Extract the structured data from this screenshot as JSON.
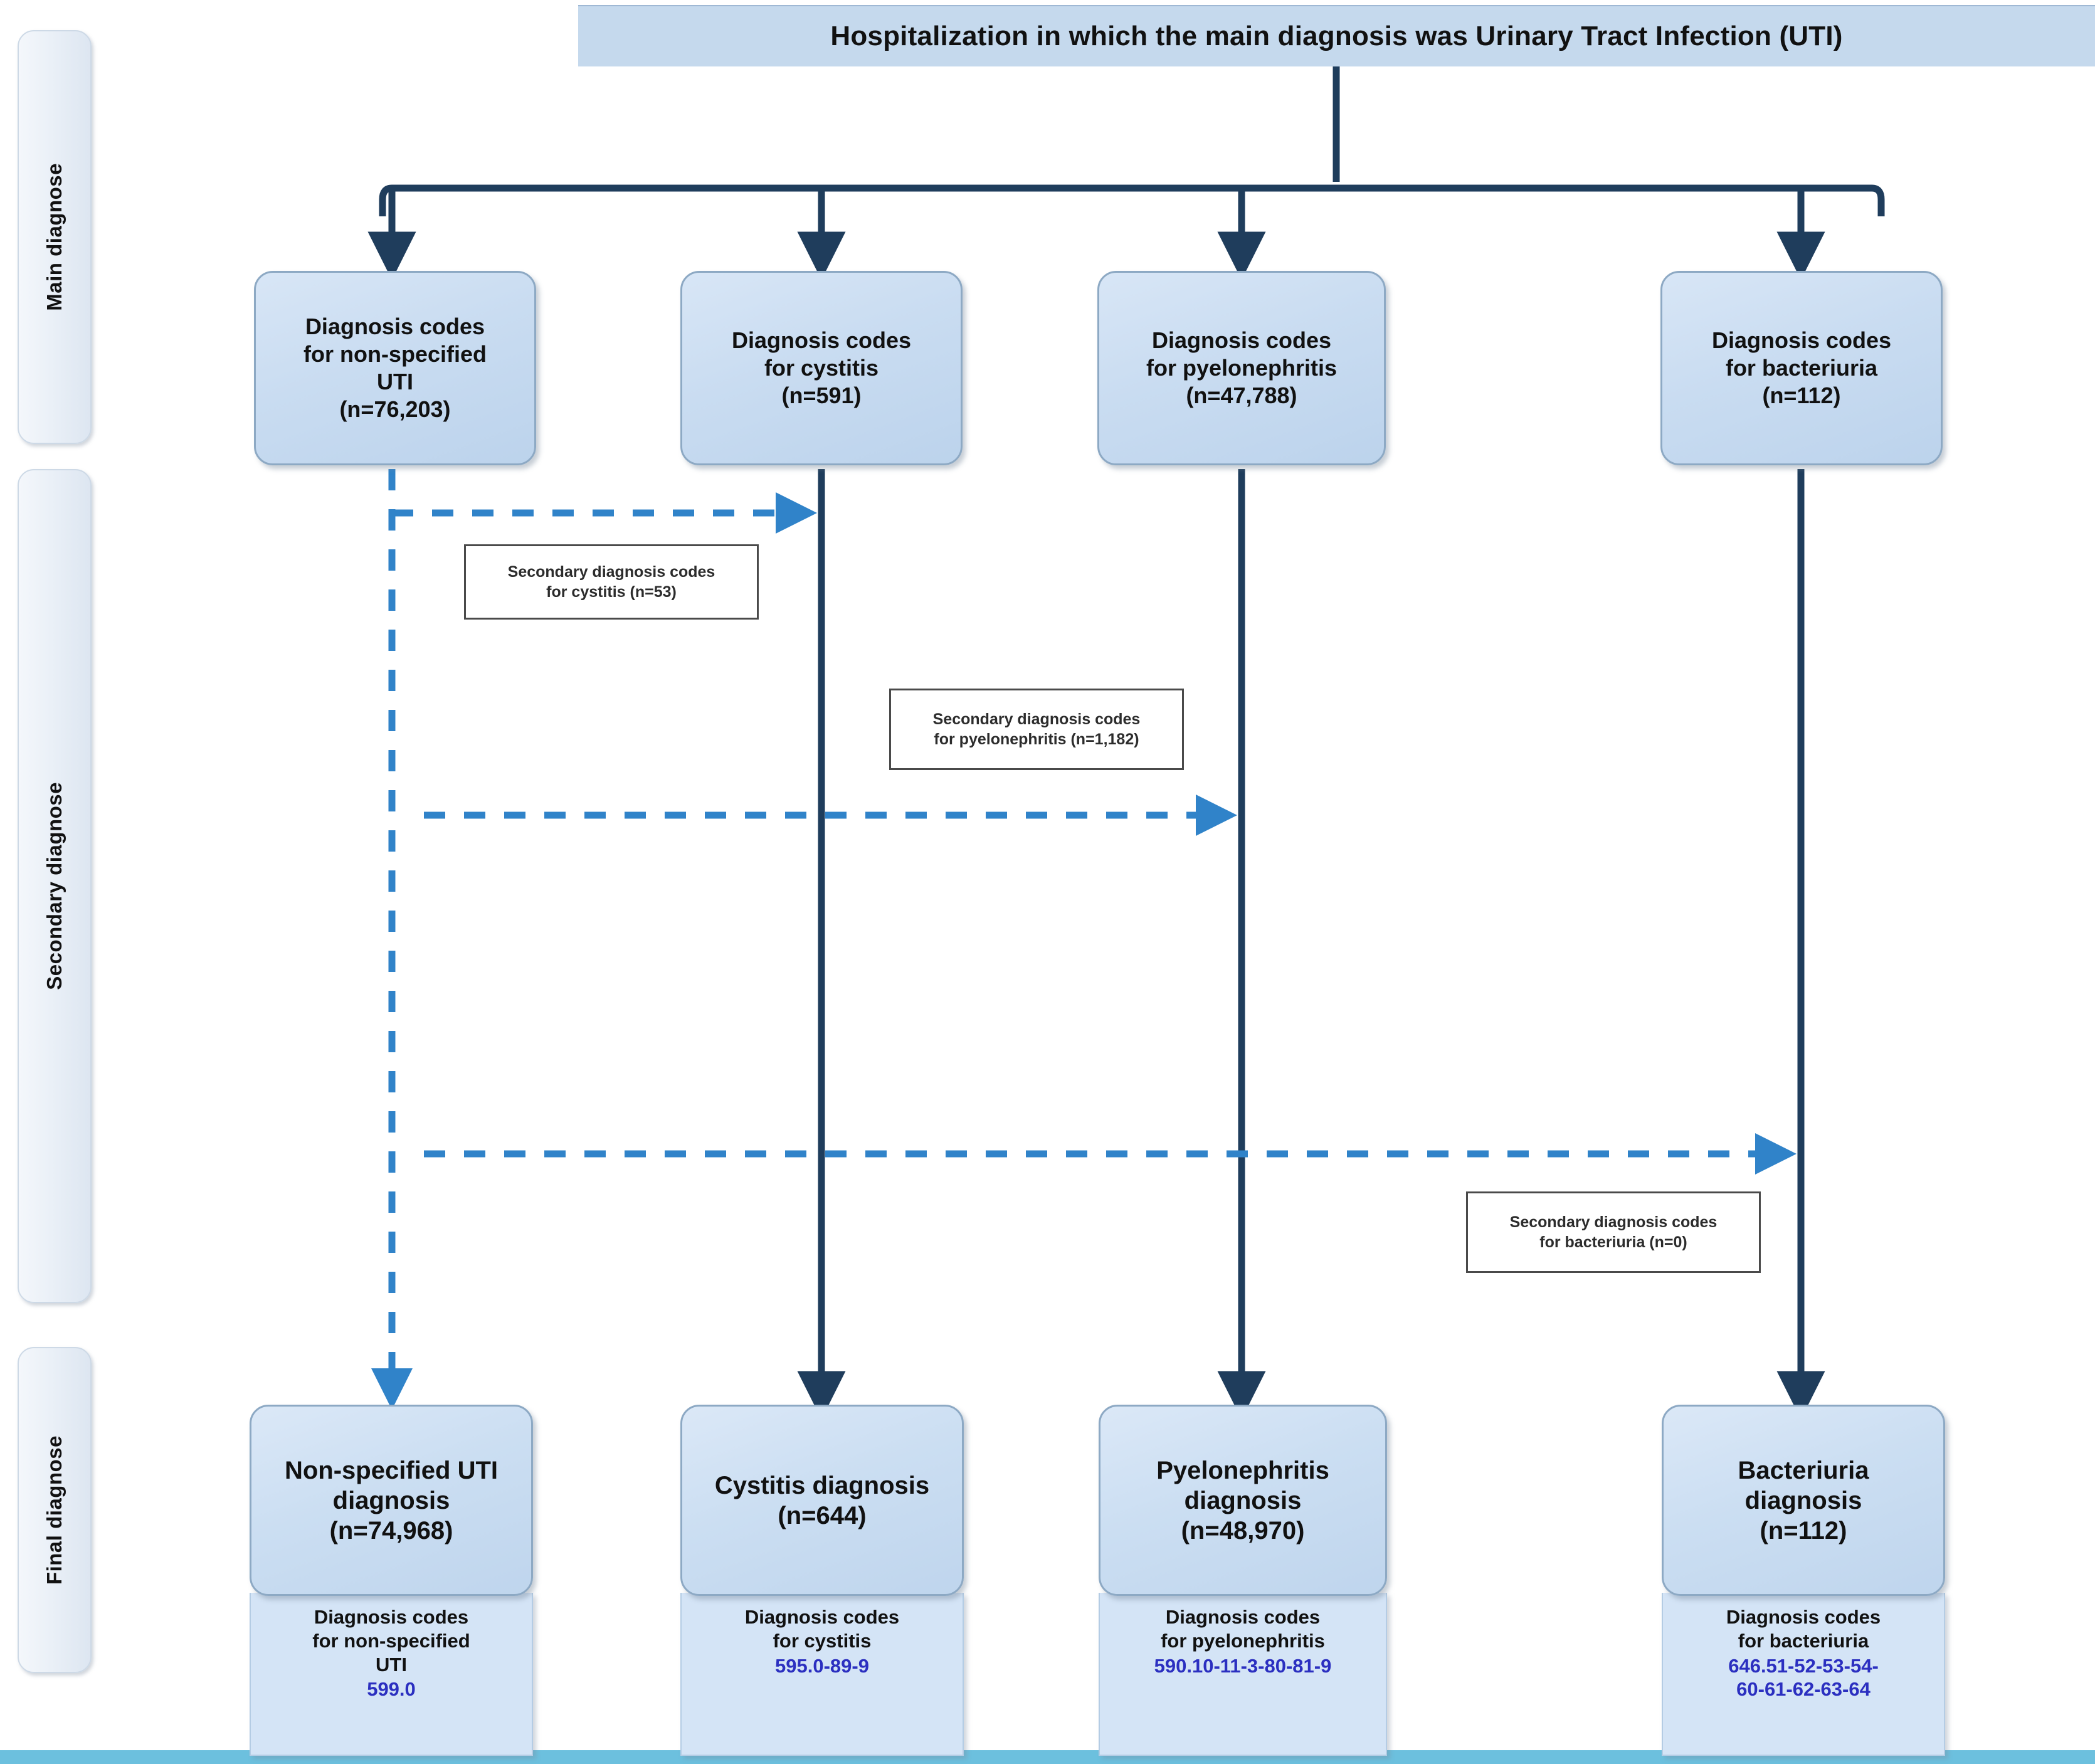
{
  "title": {
    "text": "Hospitalization in which the main diagnosis was Urinary Tract Infection (UTI)"
  },
  "stages": [
    {
      "label": "Main diagnose"
    },
    {
      "label": "Secondary diagnose"
    },
    {
      "label": "Final diagnose"
    }
  ],
  "main_diagnosis_boxes": [
    {
      "text": "Diagnosis codes\nfor non-specified\nUTI\n(n=76,203)",
      "n": "76,203"
    },
    {
      "text": "Diagnosis codes\nfor cystitis\n(n=591)",
      "n": "591"
    },
    {
      "text": "Diagnosis codes\nfor pyelonephritis\n(n=47,788)",
      "n": "47,788"
    },
    {
      "text": "Diagnosis codes\nfor bacteriuria\n(n=112)",
      "n": "112"
    }
  ],
  "secondary_notes": [
    {
      "text": "Secondary diagnosis codes\nfor cystitis (n=53)",
      "n": "53"
    },
    {
      "text": "Secondary diagnosis codes\nfor pyelonephritis (n=1,182)",
      "n": "1,182"
    },
    {
      "text": "Secondary diagnosis codes\nfor bacteriuria (n=0)",
      "n": "0"
    }
  ],
  "final_diagnosis_boxes": [
    {
      "heading": "Non-specified UTI\ndiagnosis\n(n=74,968)",
      "code_label": "Diagnosis codes\nfor non-specified\nUTI",
      "code_value": "599.0",
      "n": "74,968"
    },
    {
      "heading": "Cystitis diagnosis\n(n=644)",
      "code_label": "Diagnosis codes\nfor cystitis",
      "code_value": "595.0-89-9",
      "n": "644"
    },
    {
      "heading": "Pyelonephritis\ndiagnosis\n(n=48,970)",
      "code_label": "Diagnosis codes\nfor pyelonephritis",
      "code_value": "590.10-11-3-80-81-9",
      "n": "48,970"
    },
    {
      "heading": "Bacteriuria\ndiagnosis\n(n=112)",
      "code_label": "Diagnosis codes\nfor bacteriuria",
      "code_value": "646.51-52-53-54-\n60-61-62-63-64",
      "n": "112"
    }
  ],
  "colors": {
    "banner_bg": "#c5d9ed",
    "box_fill": "#c9dcf1",
    "box_border": "#8da9c4",
    "solid_connector": "#1f3d५c",
    "dashed_connector": "#3083c9",
    "code_text": "#2b2fc0",
    "bottom_strip": "#6cc0de"
  }
}
